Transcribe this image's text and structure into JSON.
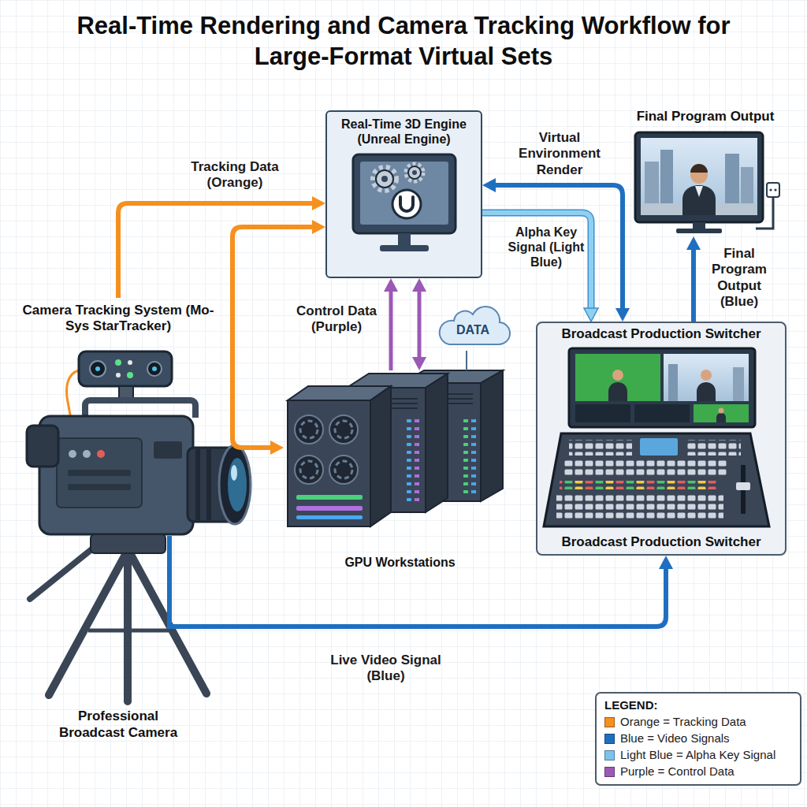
{
  "diagram": {
    "title": "Real-Time Rendering and Camera Tracking Workflow for Large-Format Virtual Sets",
    "nodes": [
      {
        "text": [
          "Real-Time 3D Engine (Unreal Engine)"
        ]
      },
      {
        "text": [
          "Final Program Output"
        ]
      },
      {
        "text": [
          "Camera Tracking System (Mo-Sys StarTracker)"
        ]
      },
      {
        "text": [
          "DATA"
        ]
      },
      {
        "text": [
          "GPU Workstations"
        ]
      },
      {
        "text": [
          "Broadcast Production Switcher",
          "Broadcast Production Switcher"
        ]
      },
      {
        "text": [
          "Professional Broadcast Camera"
        ]
      }
    ],
    "edges": [
      {
        "from": 2,
        "to": 0,
        "arrow": "to",
        "label": "Tracking Data (Orange)"
      },
      {
        "from": 0,
        "to": 4,
        "arrow": "both"
      },
      {
        "from": 4,
        "to": 0,
        "arrow": "to",
        "label": "Control Data (Purple)"
      },
      {
        "from": 0,
        "to": 4,
        "arrow": "both"
      },
      {
        "from": 3,
        "to": 4,
        "arrow": "none"
      },
      {
        "from": 0,
        "to": 5,
        "arrow": "both",
        "label": "Virtual Environment Render"
      },
      {
        "from": 0,
        "to": 5,
        "arrow": "to",
        "label": "Alpha Key Signal (Light Blue)"
      },
      {
        "from": 5,
        "to": 1,
        "arrow": "to",
        "label": "Final Program Output (Blue)"
      },
      {
        "from": 6,
        "to": 5,
        "arrow": "to",
        "label": "Live Video Signal (Blue)"
      }
    ],
    "labels": [
      "LEGEND:"
    ],
    "legend": [
      {
        "text": "Orange = Tracking Data",
        "color": "#f5901e"
      },
      {
        "text": "Blue = Video Signals",
        "color": "#1f6fc0"
      },
      {
        "text": "Light Blue = Alpha Key Signal",
        "color": "#7cc3ec"
      },
      {
        "text": "Purple = Control Data",
        "color": "#9b59b6"
      }
    ]
  }
}
